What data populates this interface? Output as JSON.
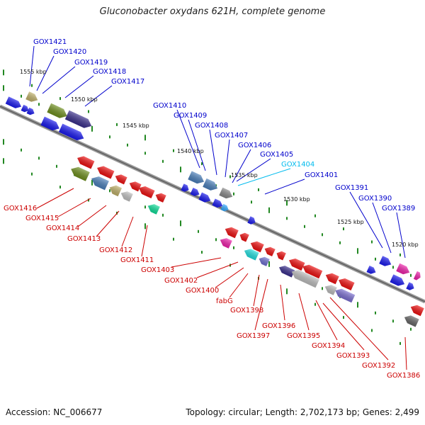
{
  "title": "Gluconobacter oxydans 621H, complete genome",
  "footer": {
    "accession": "Accession: NC_006677",
    "summary": "Topology: circular; Length: 2,702,173 bp; Genes: 2,499"
  },
  "colors": {
    "plus_label": "#0000cc",
    "minus_label": "#cc0000",
    "highlight_label": "#00bbee",
    "backbone": "#777777",
    "tick": "#228822"
  },
  "kbp_labels": [
    "1555 kbp",
    "1550 kbp",
    "1545 kbp",
    "1540 kbp",
    "1535 kbp",
    "1530 kbp",
    "1525 kbp",
    "1520 kbp"
  ],
  "plus_labels": [
    "GOX1421",
    "GOX1420",
    "GOX1419",
    "GOX1418",
    "GOX1417",
    "GOX1410",
    "GOX1409",
    "GOX1408",
    "GOX1407",
    "GOX1406",
    "GOX1405",
    "GOX1404",
    "GOX1401",
    "GOX1391",
    "GOX1390",
    "GOX1389"
  ],
  "minus_labels": [
    "GOX1416",
    "GOX1415",
    "GOX1414",
    "GOX1413",
    "GOX1412",
    "GOX1411",
    "GOX1403",
    "GOX1402",
    "GOX1400",
    "fabG",
    "GOX1398",
    "GOX1397",
    "GOX1396",
    "GOX1395",
    "GOX1394",
    "GOX1393",
    "GOX1392",
    "GOX1386"
  ]
}
